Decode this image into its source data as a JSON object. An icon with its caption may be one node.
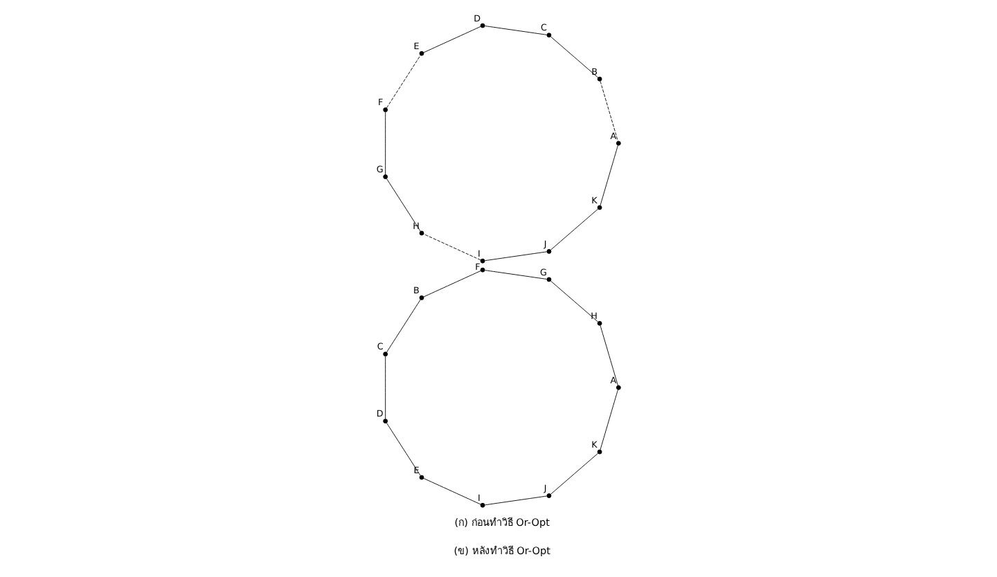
{
  "diagram": {
    "nodes": [
      {
        "text": [],
        "shape": "circle",
        "beside": [
          "K"
        ]
      },
      {
        "text": [],
        "shape": "circle",
        "beside": [
          "J"
        ]
      },
      {
        "text": [],
        "shape": "circle",
        "beside": [
          "A"
        ]
      },
      {
        "text": [],
        "shape": "circle",
        "beside": [
          "H"
        ]
      },
      {
        "text": [],
        "shape": "circle",
        "beside": [
          "I"
        ]
      },
      {
        "text": [],
        "shape": "circle",
        "beside": [
          "G"
        ]
      },
      {
        "text": [],
        "shape": "circle",
        "beside": [
          "B"
        ]
      },
      {
        "text": [],
        "shape": "circle",
        "beside": [
          "F"
        ]
      },
      {
        "text": [],
        "shape": "circle",
        "beside": [
          "E"
        ]
      },
      {
        "text": [],
        "shape": "circle",
        "beside": [
          "C"
        ]
      },
      {
        "text": [],
        "shape": "circle",
        "beside": [
          "D"
        ]
      },
      {
        "text": [],
        "shape": "circle",
        "beside": [
          "K"
        ]
      },
      {
        "text": [],
        "shape": "circle",
        "beside": [
          "J"
        ]
      },
      {
        "text": [],
        "shape": "circle",
        "beside": [
          "A"
        ]
      },
      {
        "text": [],
        "shape": "circle",
        "beside": [
          "H"
        ]
      },
      {
        "text": [],
        "shape": "circle",
        "beside": [
          "I"
        ]
      },
      {
        "text": [],
        "shape": "circle",
        "beside": [
          "G"
        ]
      },
      {
        "text": [],
        "shape": "circle",
        "beside": [
          "B"
        ]
      },
      {
        "text": [],
        "shape": "circle",
        "beside": [
          "F"
        ]
      },
      {
        "text": [],
        "shape": "circle",
        "beside": [
          "E"
        ]
      },
      {
        "text": [],
        "shape": "circle",
        "beside": [
          "C"
        ]
      },
      {
        "text": [],
        "shape": "circle",
        "beside": [
          "D"
        ]
      }
    ],
    "edges": [
      {
        "from": 2,
        "to": 0,
        "arrow": "none"
      },
      {
        "from": 0,
        "to": 1,
        "arrow": "none"
      },
      {
        "from": 1,
        "to": 4,
        "arrow": "none"
      },
      {
        "from": 4,
        "to": 3,
        "arrow": "none",
        "style": "dashed"
      },
      {
        "from": 3,
        "to": 5,
        "arrow": "none"
      },
      {
        "from": 5,
        "to": 7,
        "arrow": "none"
      },
      {
        "from": 7,
        "to": 8,
        "arrow": "none",
        "style": "dashed"
      },
      {
        "from": 8,
        "to": 10,
        "arrow": "none"
      },
      {
        "from": 10,
        "to": 9,
        "arrow": "none"
      },
      {
        "from": 9,
        "to": 6,
        "arrow": "none"
      },
      {
        "from": 6,
        "to": 2,
        "arrow": "none",
        "style": "dashed"
      },
      {
        "from": 13,
        "to": 11,
        "arrow": "none"
      },
      {
        "from": 11,
        "to": 12,
        "arrow": "none"
      },
      {
        "from": 12,
        "to": 15,
        "arrow": "none"
      },
      {
        "from": 15,
        "to": 19,
        "arrow": "none"
      },
      {
        "from": 19,
        "to": 21,
        "arrow": "none"
      },
      {
        "from": 21,
        "to": 20,
        "arrow": "none"
      },
      {
        "from": 20,
        "to": 17,
        "arrow": "none"
      },
      {
        "from": 17,
        "to": 18,
        "arrow": "none"
      },
      {
        "from": 18,
        "to": 16,
        "arrow": "none"
      },
      {
        "from": 16,
        "to": 14,
        "arrow": "none"
      },
      {
        "from": 14,
        "to": 13,
        "arrow": "none"
      }
    ],
    "labels": [
      "(ก) ก่อนทำวิธี Or-Opt",
      "(ข) หลังทำวิธี Or-Opt"
    ]
  }
}
